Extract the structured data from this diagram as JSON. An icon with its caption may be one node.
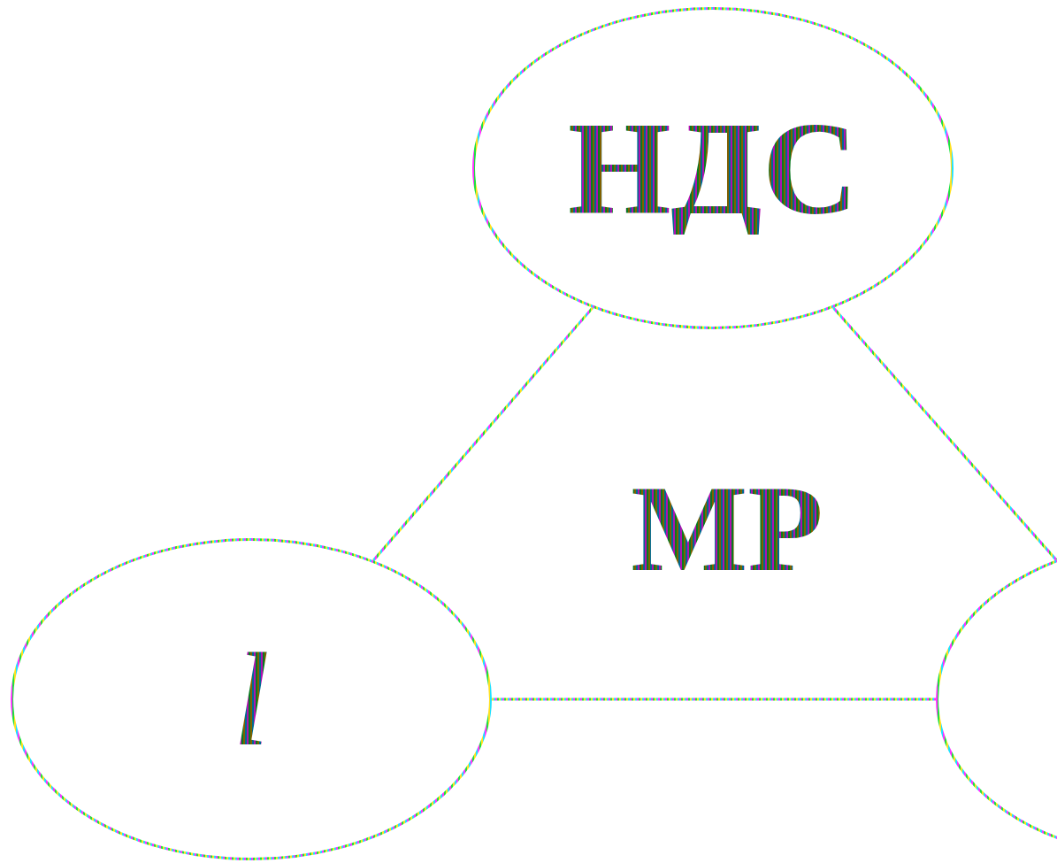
{
  "diagram": {
    "nodes": [
      {
        "text": [
          "НДС"
        ]
      },
      {
        "text": [
          "l"
        ]
      },
      {
        "text": [],
        "shape": "ellipse"
      }
    ],
    "edges": [
      {
        "from": 0,
        "to": 1,
        "arrow": "none"
      },
      {
        "from": 0,
        "to": 2,
        "arrow": "none"
      },
      {
        "from": 1,
        "to": 2,
        "arrow": "none"
      }
    ],
    "labels": [
      "МР"
    ]
  }
}
